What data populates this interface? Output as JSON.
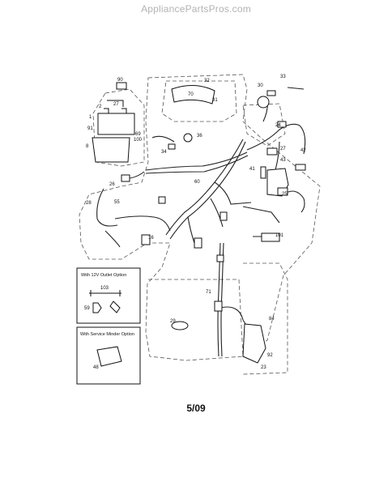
{
  "watermark": "AppliancePartsPros.com",
  "footer": {
    "date": "5/09"
  },
  "options": {
    "outlet": {
      "title": "With 12V Outlet Option",
      "parts": [
        "103",
        "59"
      ]
    },
    "minder": {
      "title": "With Service Minder Option",
      "parts": [
        "48"
      ]
    }
  },
  "part_labels": {
    "p90": "90",
    "p32": "32",
    "p70": "70",
    "p31": "31",
    "p30": "30",
    "p33": "33",
    "p2": "2",
    "p27a": "27",
    "p1": "1",
    "p91": "91",
    "p69": "69",
    "p100": "100",
    "p8": "8",
    "p34": "34",
    "p24": "24",
    "p27b": "27",
    "p42": "42",
    "p41": "41",
    "p43": "43",
    "p25": "25",
    "p36": "36",
    "p26": "26",
    "p60": "60",
    "p28": "28",
    "p55": "55",
    "p101": "101",
    "p16": "16",
    "p71": "71",
    "p29": "29",
    "p84": "84",
    "p92": "92",
    "p23": "23"
  }
}
